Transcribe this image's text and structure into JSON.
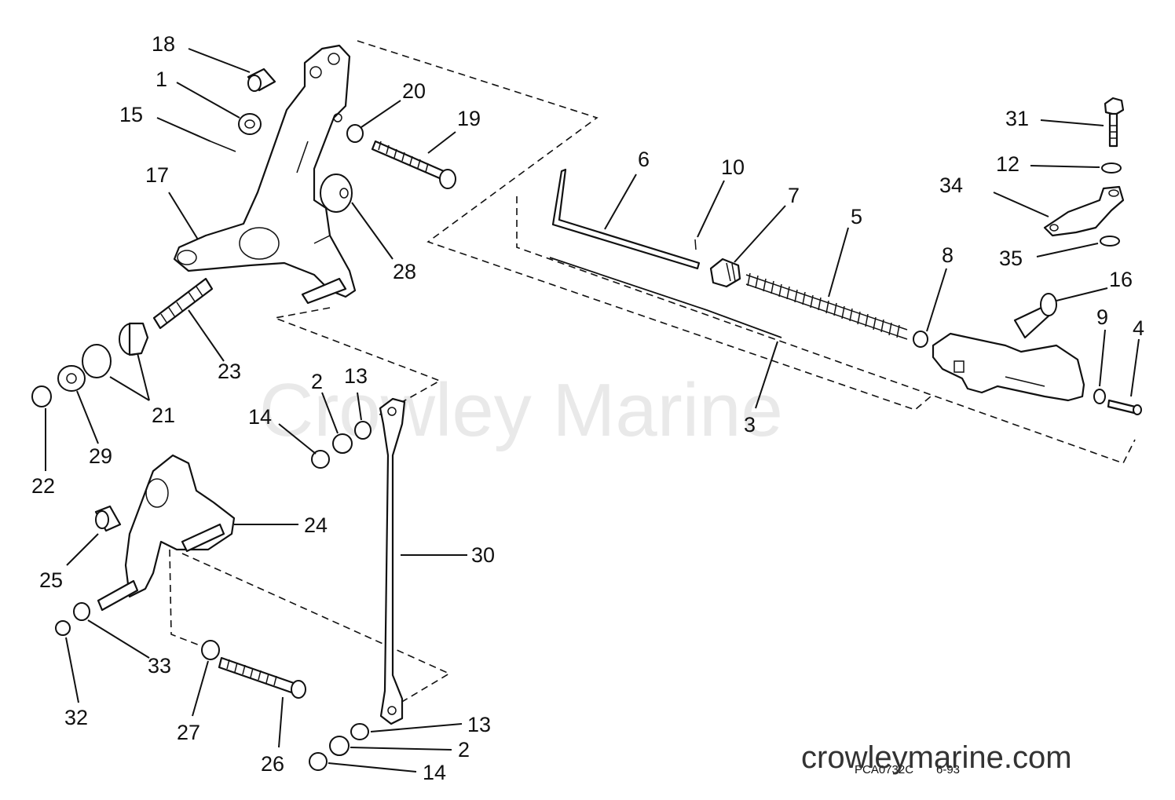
{
  "watermark": "Crowley Marine",
  "site_url": "crowleymarine.com",
  "drawing_code": "PCA0732C",
  "drawing_date": "6-93",
  "labels": {
    "l18": "18",
    "l1": "1",
    "l15": "15",
    "l17": "17",
    "l20": "20",
    "l19": "19",
    "l28": "28",
    "l23": "23",
    "l21": "21",
    "l22": "22",
    "l29": "29",
    "l2a": "2",
    "l13a": "13",
    "l14a": "14",
    "l24": "24",
    "l25": "25",
    "l30": "30",
    "l33": "33",
    "l32": "32",
    "l27": "27",
    "l26": "26",
    "l13b": "13",
    "l2b": "2",
    "l14b": "14",
    "l6": "6",
    "l10": "10",
    "l7": "7",
    "l5": "5",
    "l8": "8",
    "l3": "3",
    "l31": "31",
    "l12": "12",
    "l34": "34",
    "l35": "35",
    "l16": "16",
    "l9": "9",
    "l4": "4"
  }
}
